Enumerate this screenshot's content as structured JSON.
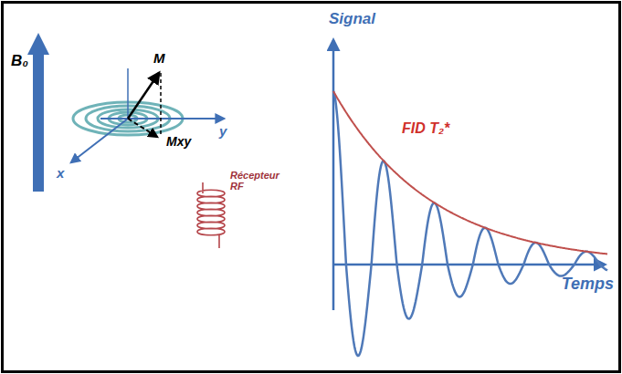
{
  "diagram": {
    "labels": [
      "B₀",
      "M",
      "Mxy",
      "y",
      "x",
      "Récepteur RF",
      "Signal",
      "FID T₂*",
      "Temps"
    ]
  }
}
